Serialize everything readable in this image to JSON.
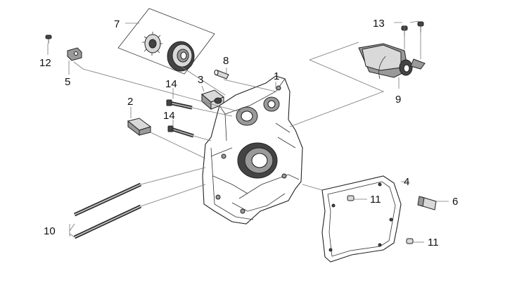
{
  "diagram": {
    "callouts": {
      "c1": "1",
      "c2": "2",
      "c3": "3",
      "c4": "4",
      "c5": "5",
      "c6": "6",
      "c7": "7",
      "c8": "8",
      "c9": "9",
      "c10": "10",
      "c11a": "11",
      "c11b": "11",
      "c12": "12",
      "c13": "13",
      "c14a": "14",
      "c14b": "14"
    }
  }
}
